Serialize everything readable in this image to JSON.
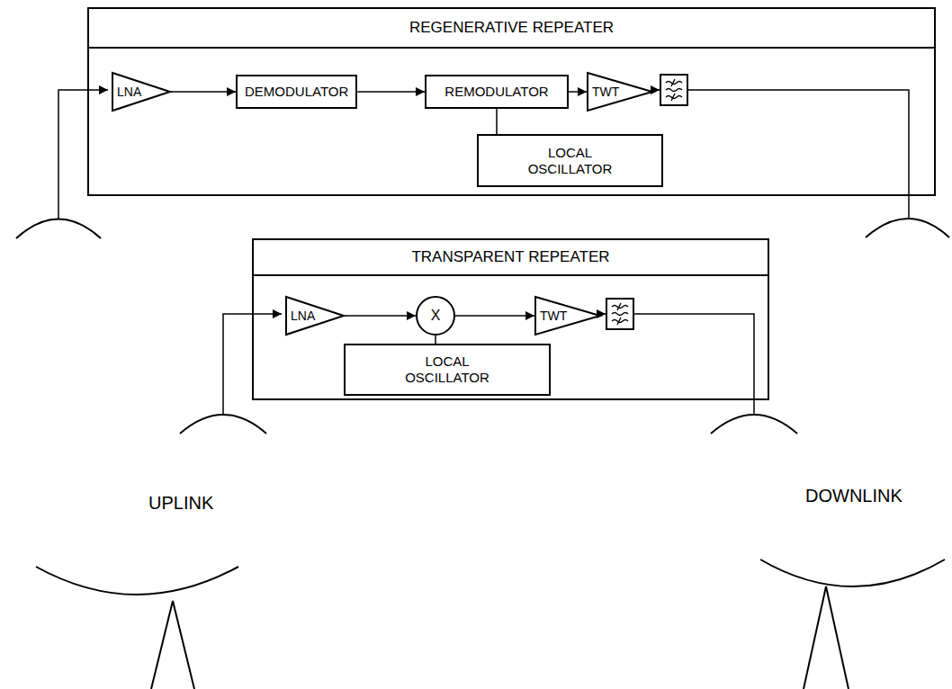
{
  "diagram": {
    "nodes": [
      {
        "text": [
          "REGENERATIVE REPEATER"
        ]
      },
      {
        "text": [
          "LNA"
        ],
        "in": 0
      },
      {
        "text": [
          "DEMODULATOR"
        ],
        "in": 0
      },
      {
        "text": [
          "REMODULATOR"
        ],
        "in": 0
      },
      {
        "text": [
          "LOCAL OSCILLATOR"
        ],
        "in": 0
      },
      {
        "text": [
          "TWT"
        ],
        "in": 0
      },
      {
        "text": [
          "TRANSPARENT REPEATER"
        ]
      },
      {
        "text": [
          "LNA"
        ],
        "in": 6
      },
      {
        "text": [
          "X"
        ],
        "in": 6
      },
      {
        "text": [
          "LOCAL OSCILLATOR"
        ],
        "in": 6
      },
      {
        "text": [
          "TWT"
        ],
        "in": 6
      }
    ],
    "edges": [
      {
        "from": 1,
        "to": 2,
        "arrow": "to"
      },
      {
        "from": 2,
        "to": 3,
        "arrow": "to"
      },
      {
        "from": 3,
        "to": 5,
        "arrow": "to"
      },
      {
        "from": 4,
        "to": 3,
        "arrow": "none"
      },
      {
        "from": 7,
        "to": 8,
        "arrow": "to"
      },
      {
        "from": 9,
        "to": 8,
        "arrow": "none"
      },
      {
        "from": 8,
        "to": 10,
        "arrow": "to"
      }
    ],
    "labels": [
      "UPLINK",
      "DOWNLINK"
    ]
  }
}
